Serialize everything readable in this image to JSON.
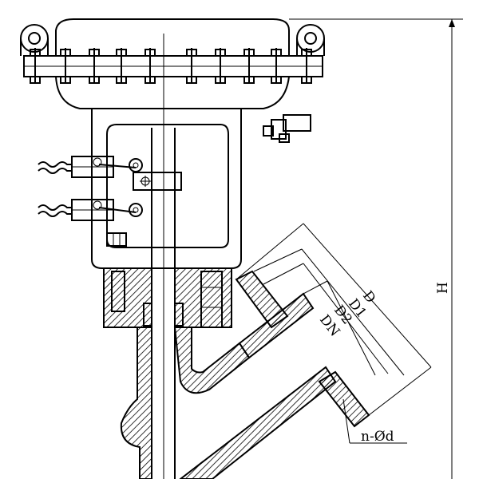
{
  "labels": {
    "height": "H",
    "d_outer": "D",
    "d1": "D1",
    "d2": "D2",
    "dn": "DN",
    "bolts": "n-Ød"
  },
  "colors": {
    "line": "#000000",
    "background": "#ffffff"
  }
}
